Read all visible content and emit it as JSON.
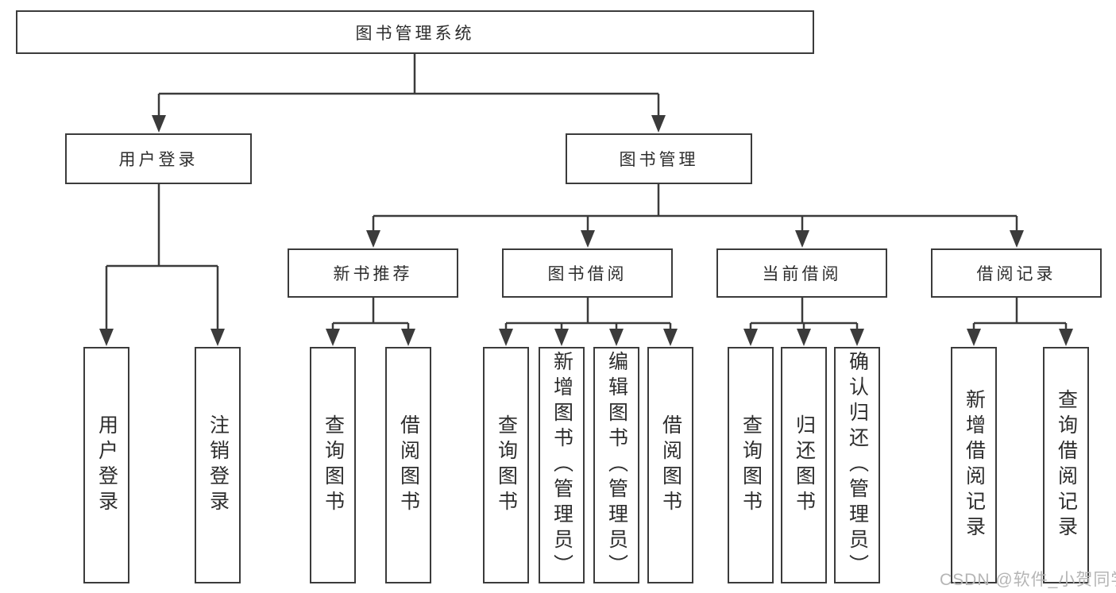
{
  "root": {
    "label": "图书管理系统"
  },
  "branches": [
    {
      "label": "用户登录",
      "children": [
        {
          "label": "用户登录"
        },
        {
          "label": "注销登录"
        }
      ]
    },
    {
      "label": "图书管理",
      "sections": [
        {
          "label": "新书推荐",
          "children": [
            {
              "label": "查询图书"
            },
            {
              "label": "借阅图书"
            }
          ]
        },
        {
          "label": "图书借阅",
          "children": [
            {
              "label": "查询图书"
            },
            {
              "label": "新增图书（管理员）"
            },
            {
              "label": "编辑图书（管理员）"
            },
            {
              "label": "借阅图书"
            }
          ]
        },
        {
          "label": "当前借阅",
          "children": [
            {
              "label": "查询图书"
            },
            {
              "label": "归还图书"
            },
            {
              "label": "确认归还（管理员）"
            }
          ]
        },
        {
          "label": "借阅记录",
          "children": [
            {
              "label": "新增借阅记录"
            },
            {
              "label": "查询借阅记录"
            }
          ]
        }
      ]
    }
  ],
  "watermark": {
    "text": "CSDN @软件_小贺同学"
  },
  "colors": {
    "line": "#3b3b3b",
    "text": "#2d2d2d",
    "watermark": "#b5b5b5",
    "background": "#ffffff"
  }
}
